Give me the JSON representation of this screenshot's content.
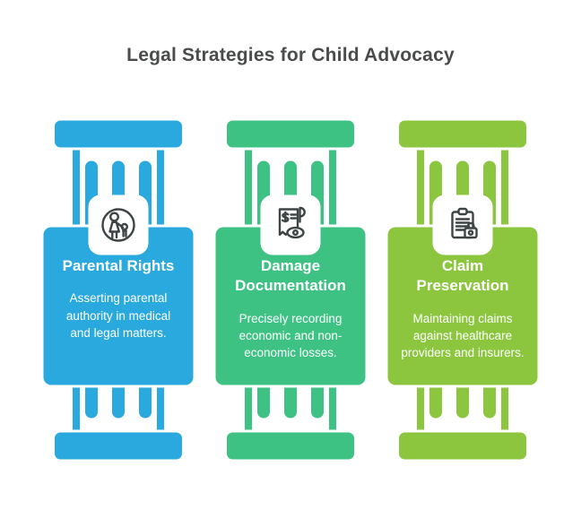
{
  "title": "Legal Strategies for Child Advocacy",
  "colors": {
    "blue": "#2AA9DE",
    "green": "#3DC284",
    "olive": "#8CC63F",
    "icon": "#3E4444",
    "heading_text": "#4A4C4C",
    "card_text": "#FFFFFF",
    "outline": "#FFFFFF"
  },
  "pillars": [
    {
      "id": "parental-rights",
      "color": "#2AA9DE",
      "icon": "family-icon",
      "title": "Parental Rights",
      "description": "Asserting parental authority in medical and legal matters."
    },
    {
      "id": "damage-documentation",
      "color": "#3DC284",
      "icon": "receipt-eye-icon",
      "title": "Damage Documentation",
      "description": "Precisely recording economic and non-economic losses."
    },
    {
      "id": "claim-preservation",
      "color": "#8CC63F",
      "icon": "clipboard-lock-icon",
      "title": "Claim Preservation",
      "description": "Maintaining claims against healthcare providers and insurers."
    }
  ]
}
